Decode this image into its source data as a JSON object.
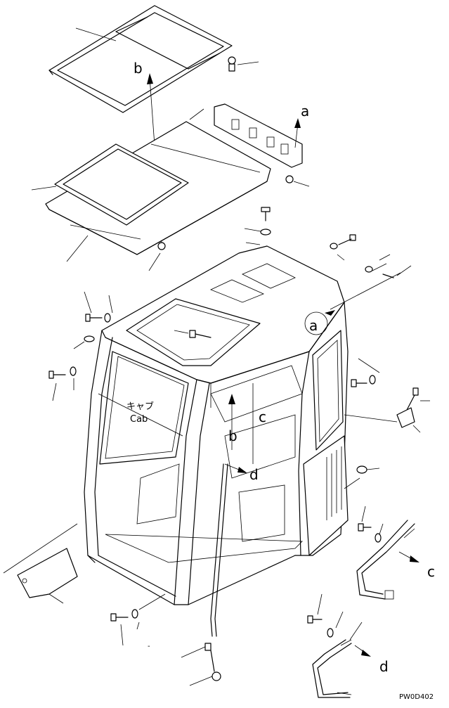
{
  "labels": {
    "a_top": "a",
    "a_cab": "a",
    "b_top": "b",
    "b_mid": "b",
    "c_cab": "c",
    "c_bottom": "c",
    "d_cab": "d",
    "d_bottom": "d",
    "cab_jp": "キャブ",
    "cab_en": "Cab",
    "drawing_code": "PW0D402"
  }
}
